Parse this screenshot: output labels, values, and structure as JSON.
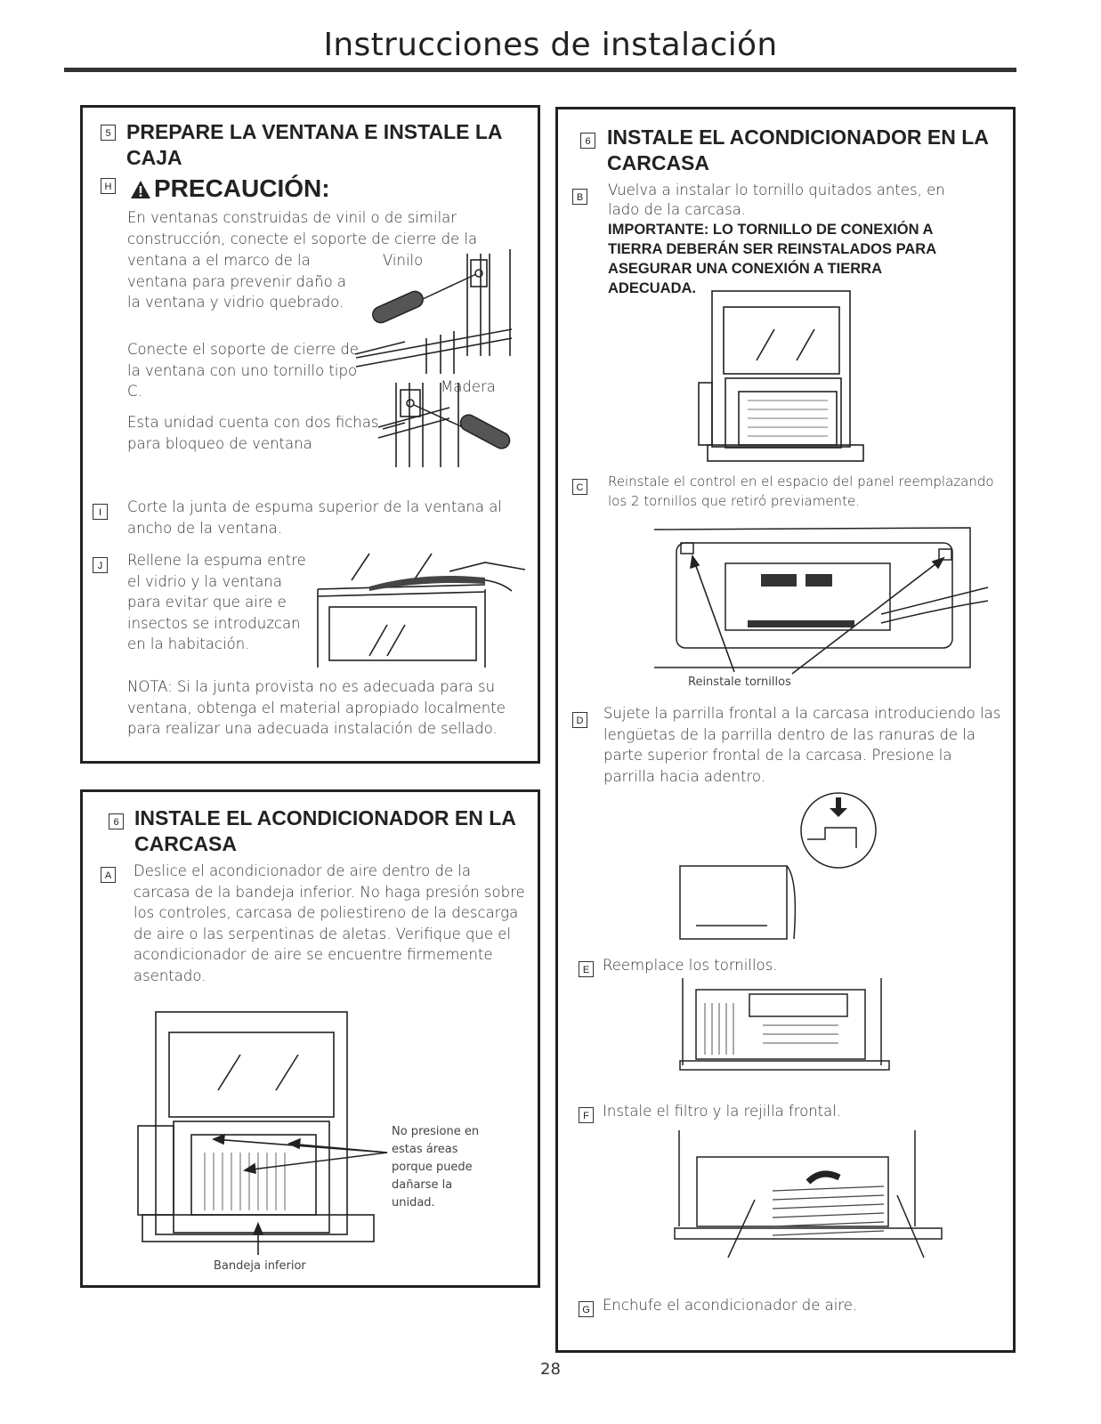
{
  "page": {
    "title": "Instrucciones de instalación",
    "number": "28"
  },
  "step5": {
    "marker": "5",
    "heading": "PREPARE LA VENTANA E INSTALE LA CAJA",
    "h": {
      "marker": "H",
      "caution": "PRECAUCIÓN:",
      "intro": "En ventanas construidas de vinil o de similar construcción, conecte el soporte de cierre de la",
      "p1": "ventana a el marco de la ventana para prevenir daño a la ventana y vidrio quebrado.",
      "p2": "Conecte el soporte de cierre de la ventana con uno tornillo tipo C.",
      "p3": "Esta unidad cuenta con dos fichas para bloqueo de ventana",
      "label_vinyl": "Vinilo",
      "label_wood": "Madera"
    },
    "i": {
      "marker": "I",
      "text": "Corte la junta de espuma superior de la ventana al ancho de la ventana."
    },
    "j": {
      "marker": "J",
      "text": "Rellene la espuma entre el vidrio y la ventana para evitar que aire e insectos se introduzcan en la habitación.",
      "note": "NOTA: Si la junta provista no es adecuada para su ventana, obtenga el material apropiado localmente para realizar una adecuada instalación de sellado."
    }
  },
  "step6a": {
    "marker": "6",
    "heading": "INSTALE EL ACONDICIONADOR EN LA CARCASA",
    "a": {
      "marker": "A",
      "text": "Deslice el acondicionador de aire dentro de la carcasa de la bandeja inferior. No haga presión sobre los controles, carcasa de poliestireno de la descarga de aire o las serpentinas de aletas. Verifique que el acondicionador de aire se encuentre firmemente asentado."
    },
    "caption_press": "No presione en estas áreas porque puede dañarse la unidad.",
    "caption_tray": "Bandeja inferior"
  },
  "step6b": {
    "marker": "6",
    "heading": "INSTALE EL ACONDICIONADOR EN LA CARCASA",
    "b": {
      "marker": "B",
      "text": "Vuelva a instalar lo tornillo quitados antes, en lado de la carcasa.",
      "important": "IMPORTANTE: LO TORNILLO DE CONEXIÓN A TIERRA DEBERÁN SER REINSTALADOS PARA ASEGURAR UNA CONEXIÓN A TIERRA ADECUADA."
    },
    "c": {
      "marker": "C",
      "text": "Reinstale el control en el espacio del panel reemplazando los 2 tornillos que retiró previamente.",
      "caption": "Reinstale tornillos"
    },
    "d": {
      "marker": "D",
      "text": "Sujete la parrilla frontal a la carcasa introduciendo las lengüetas de la parrilla dentro de las ranuras de la parte superior frontal de la carcasa. Presione la parrilla hacia adentro."
    },
    "e": {
      "marker": "E",
      "text": "Reemplace los tornillos."
    },
    "f": {
      "marker": "F",
      "text": "Instale el filtro y la rejilla frontal."
    },
    "g": {
      "marker": "G",
      "text": "Enchufe el acondicionador de aire."
    }
  }
}
